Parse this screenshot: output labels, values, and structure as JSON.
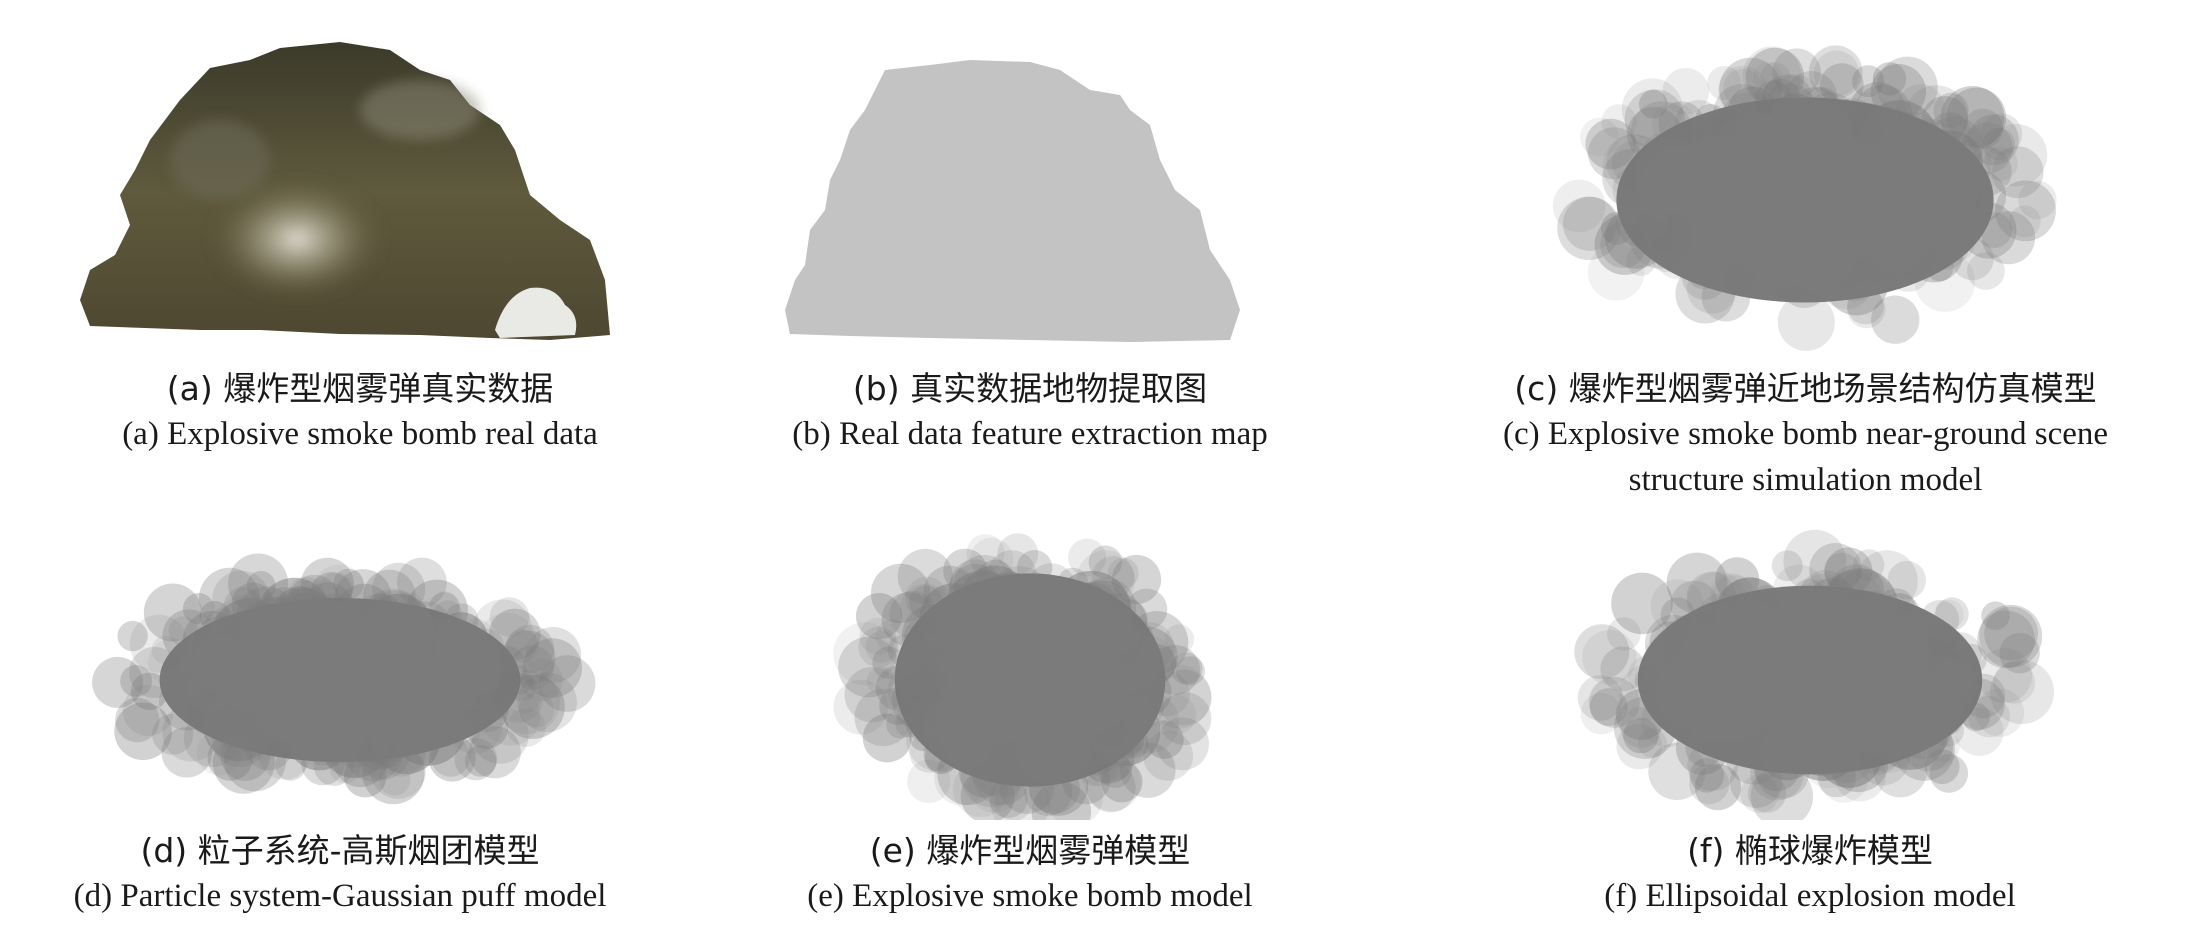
{
  "panels": [
    {
      "id": "a",
      "caption_zh": "(a) 爆炸型烟雾弹真实数据",
      "caption_en": [
        "(a) Explosive smoke bomb real data"
      ]
    },
    {
      "id": "b",
      "caption_zh": "(b) 真实数据地物提取图",
      "caption_en": [
        "(b) Real data feature extraction map"
      ]
    },
    {
      "id": "c",
      "caption_zh": "(c) 爆炸型烟雾弹近地场景结构仿真模型",
      "caption_en": [
        "(c) Explosive smoke bomb near-ground scene",
        "structure simulation model"
      ]
    },
    {
      "id": "d",
      "caption_zh": "(d) 粒子系统-高斯烟团模型",
      "caption_en": [
        "(d) Particle system-Gaussian puff model"
      ]
    },
    {
      "id": "e",
      "caption_zh": "(e) 爆炸型烟雾弹模型",
      "caption_en": [
        "(e) Explosive smoke bomb model"
      ]
    },
    {
      "id": "f",
      "caption_zh": "(f) 椭球爆炸模型",
      "caption_en": [
        "(f) Ellipsoidal explosion model"
      ]
    }
  ],
  "colors": {
    "smoke_sim": "#7b7b7b",
    "extraction": "#c3c3c3",
    "real_dark": "#4a4530",
    "real_light": "#d8d6c8"
  }
}
